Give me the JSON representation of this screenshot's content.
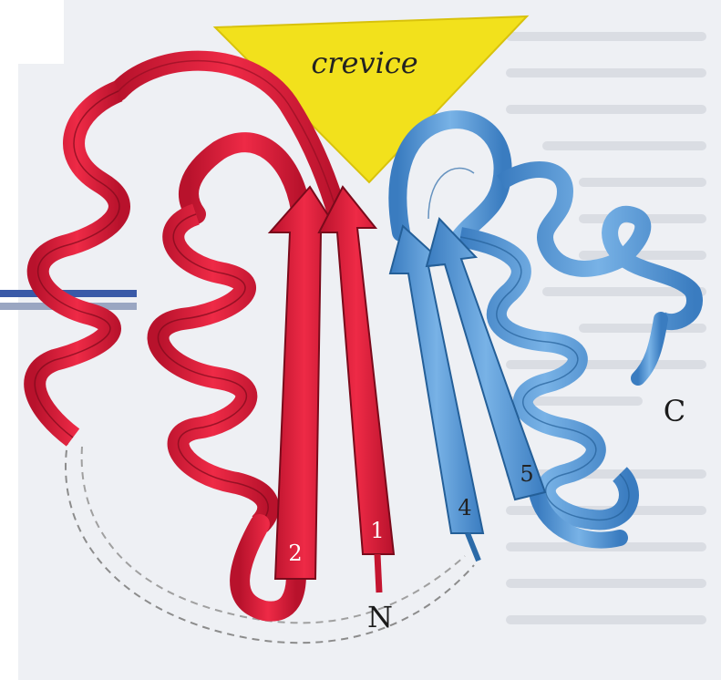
{
  "figure": {
    "crevice_label": "crevice",
    "terminus_n": "N",
    "terminus_c": "C",
    "strand_labels": [
      "2",
      "1",
      "4",
      "5"
    ]
  },
  "colors": {
    "red_domain": "#e01a36",
    "red_dark": "#a30f24",
    "blue_domain": "#4f94d6",
    "blue_dark": "#2b6aa8",
    "crevice": "#f2e11c",
    "page_bg": "#eef0f4",
    "bar": "#3a5aa8"
  }
}
